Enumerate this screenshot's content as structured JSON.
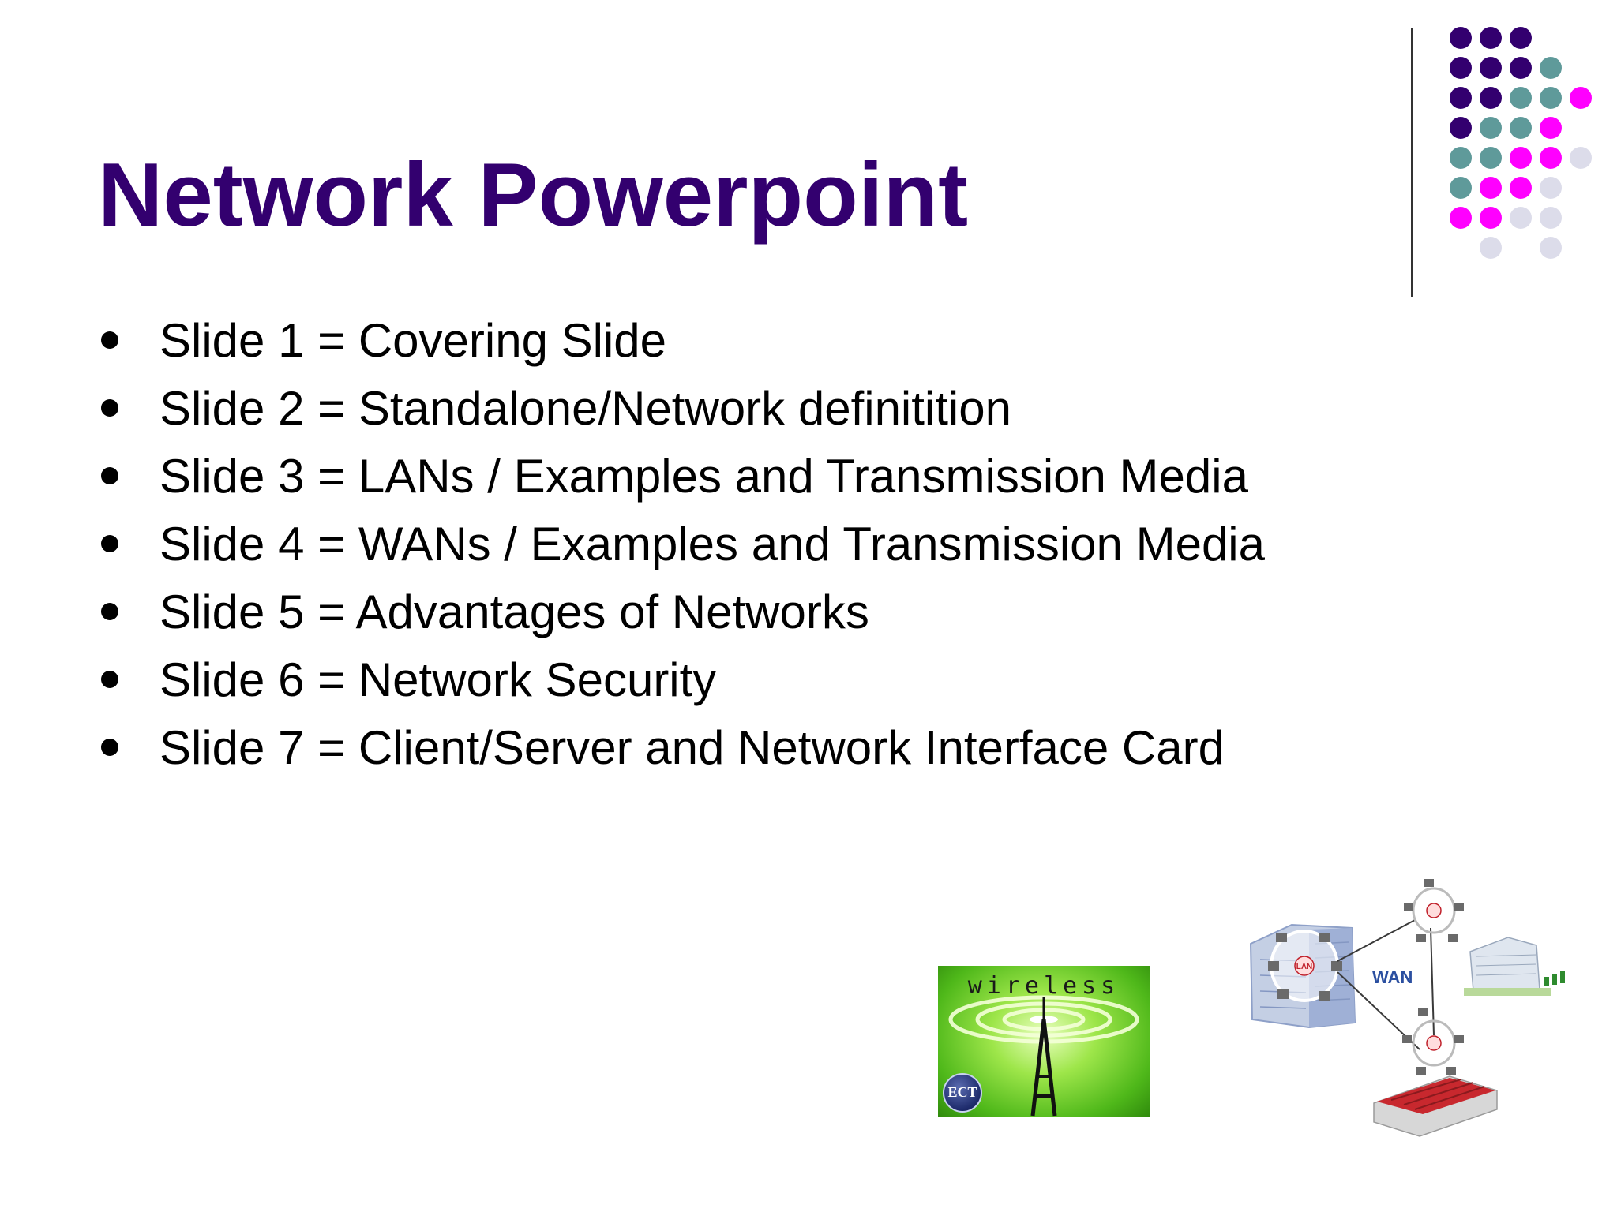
{
  "slide": {
    "title": "Network Powerpoint",
    "bullets": [
      "Slide 1 = Covering Slide",
      "Slide 2 = Standalone/Network definitition",
      "Slide 3 = LANs / Examples and Transmission Media",
      "Slide 4 = WANs / Examples and Transmission Media",
      "Slide 5 = Advantages of Networks",
      "Slide 6 = Network Security",
      "Slide 7 = Client/Server and Network Interface Card"
    ]
  },
  "colors": {
    "title": "#33006f",
    "dark_purple": "#33006f",
    "teal": "#5f9a9a",
    "magenta": "#ff00ff",
    "lavender": "#dcdcea",
    "divider": "#333333"
  },
  "images": {
    "wireless": {
      "word": "wireless",
      "badge": "ECT"
    },
    "network": {
      "wan_label": "WAN",
      "lan_label": "LAN"
    }
  }
}
